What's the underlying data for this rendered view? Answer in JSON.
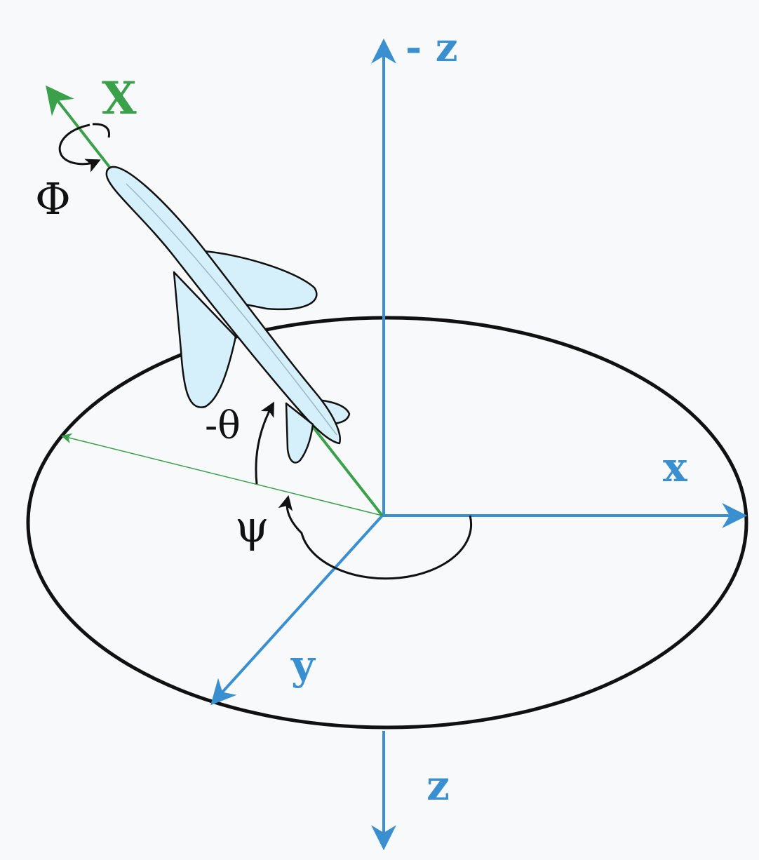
{
  "labels": {
    "axis_neg_z": "- z",
    "axis_z": "z",
    "axis_x": "x",
    "axis_y": "y",
    "body_axis_x": "X",
    "roll": "Φ",
    "pitch": "-θ",
    "yaw": "ψ"
  },
  "colors": {
    "background": "#f8f9fb",
    "inertial_axes": "#3a8fd0",
    "body_axis": "#3aa04a",
    "aircraft_fill": "#d6f0fb",
    "outline": "#111111"
  }
}
